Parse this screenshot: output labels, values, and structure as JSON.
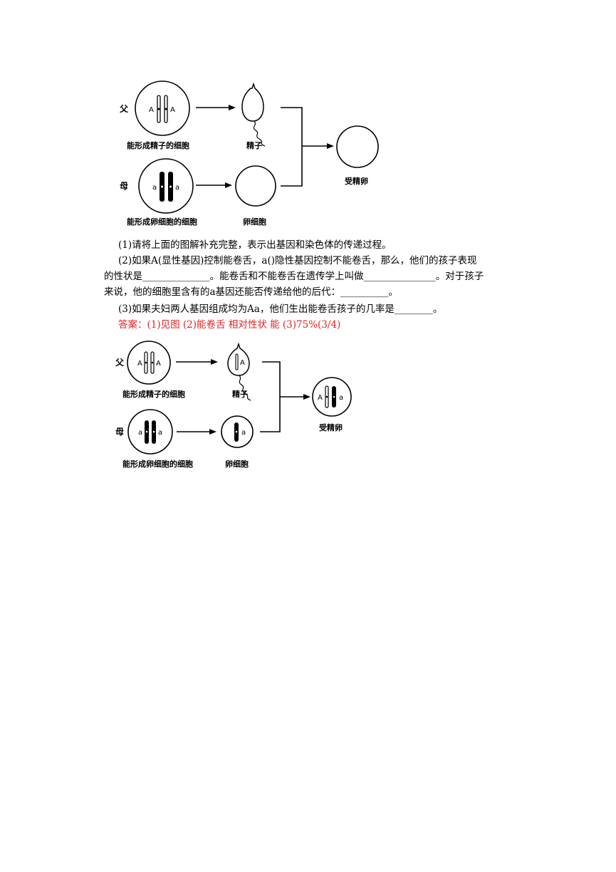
{
  "diagram1": {
    "father_label": "父",
    "mother_label": "母",
    "sperm_mother_cell_caption": "能形成精子的细胞",
    "egg_mother_cell_caption": "能形成卵细胞的细胞",
    "sperm_caption": "精子",
    "egg_caption": "卵细胞",
    "zygote_caption": "受精卵",
    "father_genes": [
      "A",
      "A"
    ],
    "mother_genes": [
      "a",
      "a"
    ]
  },
  "questions": {
    "q1": "(1)请将上面的图解补充完整，表示出基因和染色体的传递过程。",
    "q2_line1": "(2)如果A(显性基因)控制能卷舌，a()隐性基因控制不能卷舌，那么，他们的孩子表现",
    "q2_line2": "的性状是______________。能卷舌和不能卷舌在遗传学上叫做_______________。对于孩子",
    "q2_line3": "来说，他的细胞里含有的a基因还能否传递给他的后代：__________。",
    "q3": "(3)如果夫妇两人基因组成均为Aa，他们生出能卷舌孩子的几率是________。"
  },
  "answer": {
    "text": "答案：(1)见图   (2)能卷舌    相对性状    能   (3)75%(3/4)"
  },
  "diagram2": {
    "father_label": "父",
    "mother_label": "母",
    "sperm_mother_cell_caption": "能形成精子的细胞",
    "egg_mother_cell_caption": "能形成卵细胞的细胞",
    "sperm_caption": "精子",
    "egg_caption": "卵细胞",
    "zygote_caption": "受精卵",
    "father_genes": [
      "A",
      "A"
    ],
    "mother_genes": [
      "a",
      "a"
    ],
    "sperm_gene": "A",
    "egg_gene": "a",
    "zygote_genes": [
      "A",
      "a"
    ]
  }
}
